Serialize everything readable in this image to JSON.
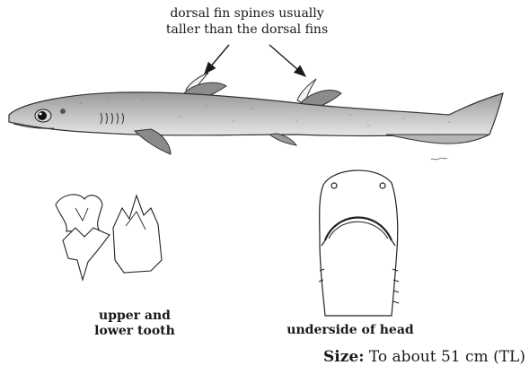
{
  "callout": {
    "line1": "dorsal fin spines usually",
    "line2": "taller than the dorsal fins"
  },
  "captions": {
    "teeth_line1": "upper and",
    "teeth_line2": "lower tooth",
    "head": "underside of head"
  },
  "size": {
    "label": "Size:",
    "value": "To about 51 cm (TL)"
  }
}
